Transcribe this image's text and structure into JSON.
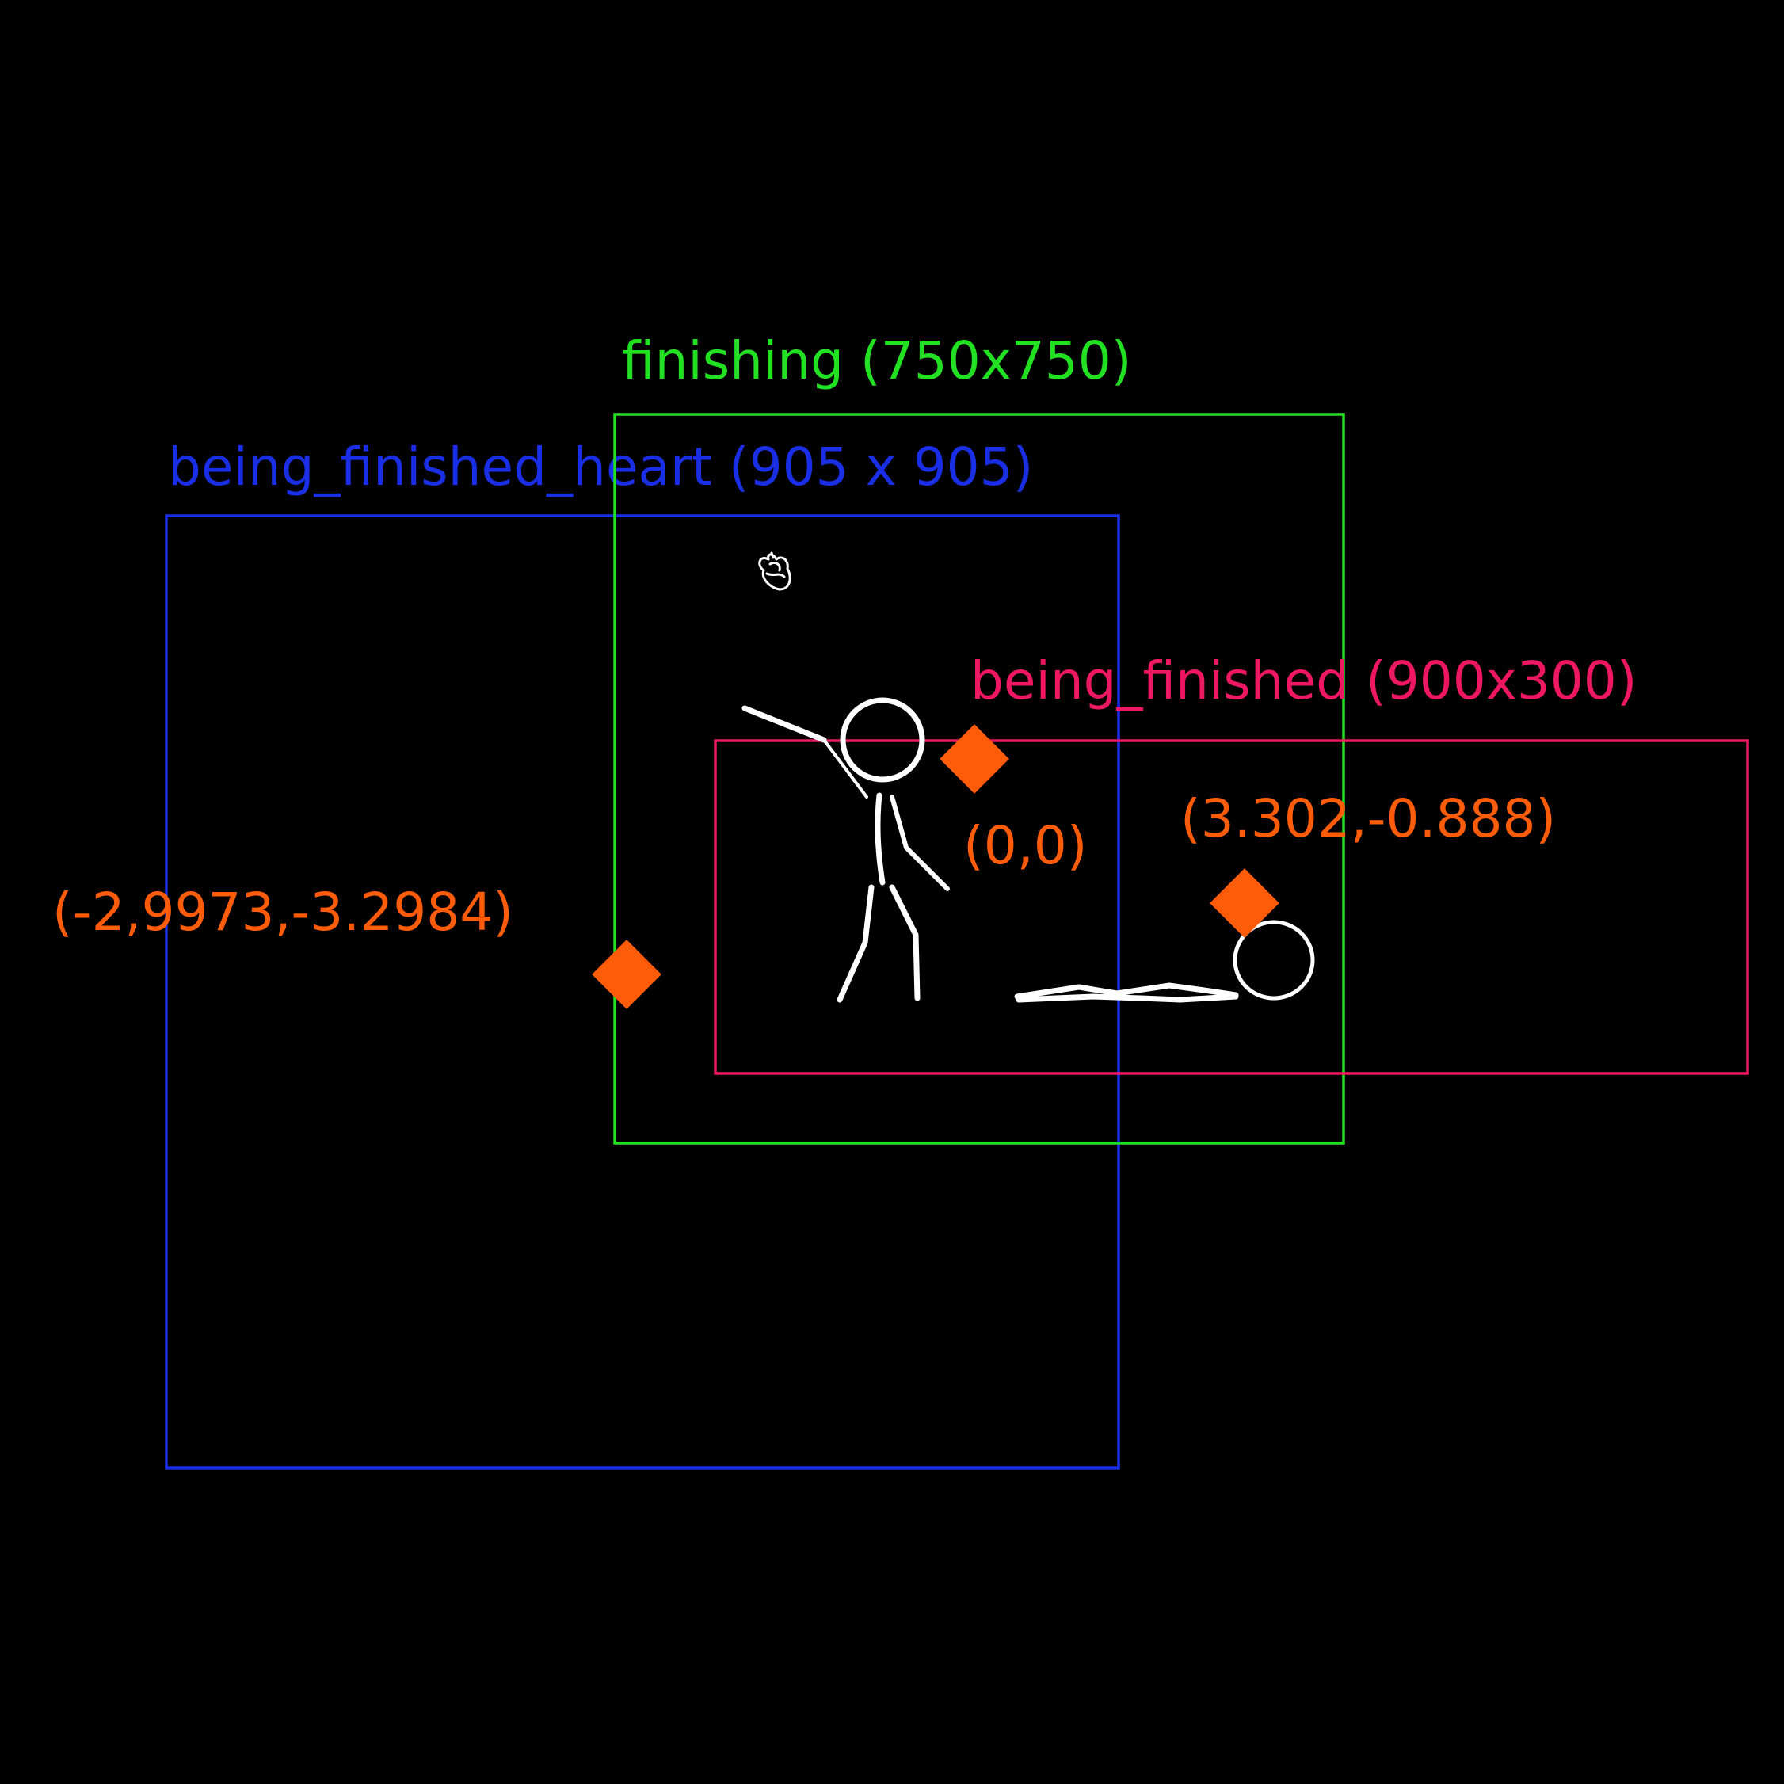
{
  "colors": {
    "background": "#000000",
    "finishing": "#22e022",
    "being_finished_heart": "#1a2ee6",
    "being_finished": "#ee1862",
    "anchor": "#ff5c0a",
    "sketch": "#ffffff"
  },
  "boxes": {
    "finishing": {
      "label": "finishing (750x750)"
    },
    "heart": {
      "label": "being_finished_heart (905 x 905)"
    },
    "being_finished": {
      "label": "being_finished (900x300)"
    }
  },
  "anchors": {
    "origin": {
      "label": "(0,0)"
    },
    "being_finished": {
      "label": "(3.302,-0.888)"
    },
    "heart": {
      "label": "(-2,9973,-3.2984)"
    }
  },
  "icons": {
    "heart": "heart-icon",
    "standing_figure": "standing-stick-figure",
    "lying_figure": "lying-stick-figure"
  }
}
